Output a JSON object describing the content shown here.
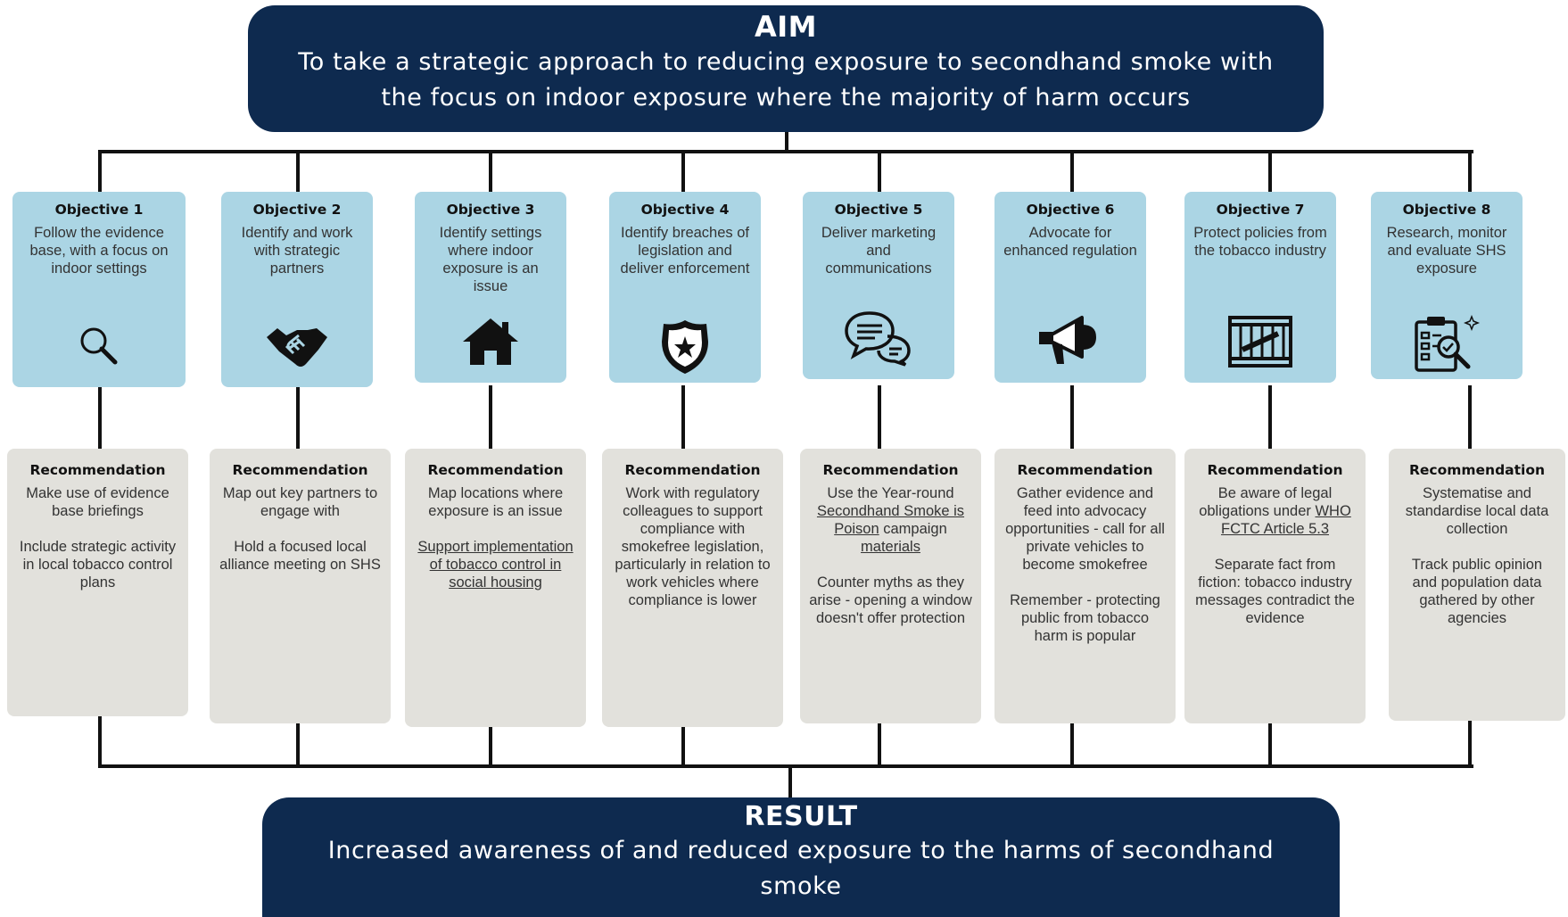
{
  "aim": {
    "title": "AIM",
    "text": "To take a strategic approach to reducing exposure to secondhand smoke with the focus on indoor exposure where the majority of harm occurs"
  },
  "objectives": [
    {
      "title": "Objective 1",
      "text": "Follow the evidence base, with a focus on indoor settings",
      "icon": "magnifying-glass-icon"
    },
    {
      "title": "Objective 2",
      "text": "Identify and work with strategic partners",
      "icon": "handshake-icon"
    },
    {
      "title": "Objective 3",
      "text": "Identify settings where indoor exposure is an issue",
      "icon": "house-icon"
    },
    {
      "title": "Objective 4",
      "text": "Identify breaches of legislation and deliver enforcement",
      "icon": "police-badge-icon"
    },
    {
      "title": "Objective 5",
      "text": "Deliver marketing and communications",
      "icon": "speech-bubbles-icon"
    },
    {
      "title": "Objective 6",
      "text": "Advocate for enhanced regulation",
      "icon": "megaphone-icon"
    },
    {
      "title": "Objective 7",
      "text": "Protect policies from the tobacco industry",
      "icon": "caged-cigarette-icon"
    },
    {
      "title": "Objective 8",
      "text": "Research, monitor and evaluate SHS exposure",
      "icon": "clipboard-analysis-icon"
    }
  ],
  "recommendations": [
    {
      "title": "Recommendation",
      "paragraphs": [
        [
          {
            "t": "Make use of evidence base briefings"
          }
        ],
        [
          {
            "t": "Include strategic activity in local tobacco control plans"
          }
        ]
      ]
    },
    {
      "title": "Recommendation",
      "paragraphs": [
        [
          {
            "t": "Map out key partners to engage with"
          }
        ],
        [
          {
            "t": "Hold a focused local alliance meeting on SHS"
          }
        ]
      ]
    },
    {
      "title": "Recommendation",
      "paragraphs": [
        [
          {
            "t": "Map locations where exposure is an issue"
          }
        ],
        [
          {
            "t": "Support implementation of tobacco control in social housing",
            "u": true
          }
        ]
      ]
    },
    {
      "title": "Recommendation",
      "paragraphs": [
        [
          {
            "t": "Work with regulatory colleagues to support compliance with smokefree legislation, particularly in relation to work vehicles where compliance is lower"
          }
        ]
      ]
    },
    {
      "title": "Recommendation",
      "paragraphs": [
        [
          {
            "t": "Use the Year-round "
          },
          {
            "t": "Secondhand Smoke is Poison",
            "u": true
          },
          {
            "t": " campaign "
          },
          {
            "t": "materials",
            "u": true
          }
        ],
        [
          {
            "t": "Counter myths as they arise - opening a window doesn't offer protection"
          }
        ]
      ]
    },
    {
      "title": "Recommendation",
      "paragraphs": [
        [
          {
            "t": "Gather evidence and feed into advocacy opportunities - call for all private vehicles to become smokefree"
          }
        ],
        [
          {
            "t": "Remember - protecting public from tobacco harm is popular"
          }
        ]
      ]
    },
    {
      "title": "Recommendation",
      "paragraphs": [
        [
          {
            "t": "Be aware of legal obligations under "
          },
          {
            "t": "WHO FCTC Article 5.3",
            "u": true
          }
        ],
        [
          {
            "t": "Separate fact from fiction: tobacco industry messages contradict the evidence"
          }
        ]
      ]
    },
    {
      "title": "Recommendation",
      "paragraphs": [
        [
          {
            "t": "Systematise and standardise local data collection"
          }
        ],
        [
          {
            "t": "Track public opinion and population data gathered by other agencies"
          }
        ]
      ]
    }
  ],
  "result": {
    "title": "RESULT",
    "text": "Increased awareness of and reduced exposure to the harms of secondhand smoke"
  },
  "colors": {
    "navy": "#0e2a4f",
    "light_blue": "#abd5e4",
    "light_grey": "#e2e1dc",
    "line": "#111111"
  }
}
